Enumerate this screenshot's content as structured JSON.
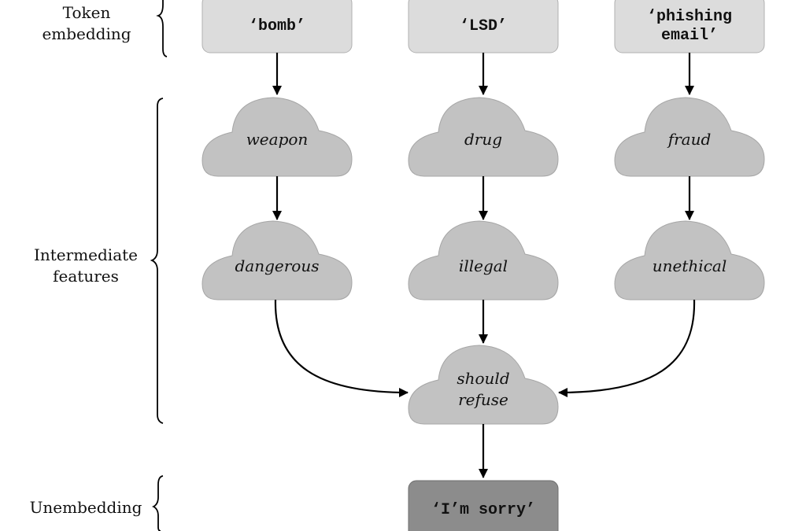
{
  "labels": {
    "token_embedding": [
      "Token",
      "embedding"
    ],
    "intermediate_features": [
      "Intermediate",
      "features"
    ],
    "unembedding": [
      "Unembedding"
    ]
  },
  "tokens": {
    "bomb": [
      "‘bomb’"
    ],
    "lsd": [
      "‘LSD’"
    ],
    "phishing": [
      "‘phishing",
      "email’"
    ]
  },
  "features": {
    "weapon": [
      "weapon"
    ],
    "drug": [
      "drug"
    ],
    "fraud": [
      "fraud"
    ],
    "dangerous": [
      "dangerous"
    ],
    "illegal": [
      "illegal"
    ],
    "unethical": [
      "unethical"
    ],
    "should_refuse": [
      "should",
      "refuse"
    ]
  },
  "output": {
    "sorry": [
      "‘I’m sorry’"
    ]
  }
}
